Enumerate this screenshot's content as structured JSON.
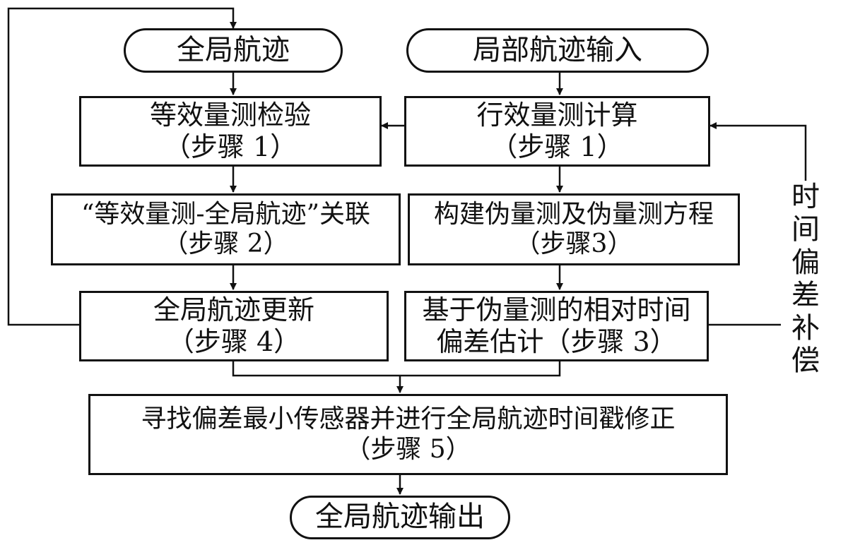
{
  "nodes": {
    "global_track": {
      "text": "全局航迹"
    },
    "local_input": {
      "text": "局部航迹输入"
    },
    "equiv_check": {
      "line1": "等效量测检验",
      "line2": "（步骤 1）"
    },
    "equiv_calc": {
      "line1": "行效量测计算",
      "line2": "（步骤 1）"
    },
    "association": {
      "line1": "“等效量测-全局航迹”关联",
      "line2": "（步骤 2）"
    },
    "pseudo_build": {
      "line1": "构建伪量测及伪量测方程",
      "line2": "（步骤3）"
    },
    "global_update": {
      "line1": "全局航迹更新",
      "line2": "（步骤 4）"
    },
    "time_bias_est": {
      "line1": "基于伪量测的相对时间",
      "line2": "偏差估计（步骤 3）"
    },
    "timestamp_fix": {
      "line1": "寻找偏差最小传感器并进行全局航迹时间戳修正",
      "line2": "（步骤 5）"
    },
    "global_output": {
      "text": "全局航迹输出"
    }
  },
  "feedback_label": {
    "line1": "时间",
    "line2": "偏差",
    "line3": "补偿"
  }
}
